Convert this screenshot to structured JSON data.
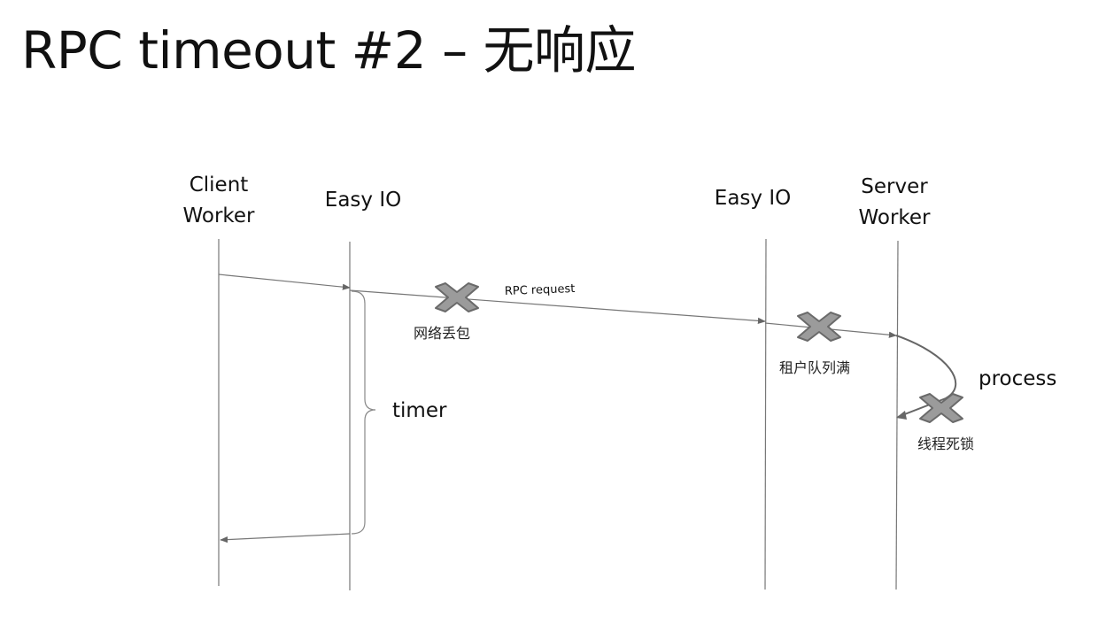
{
  "title": "RPC timeout #2 – 无响应",
  "lanes": {
    "client_worker": [
      "Client",
      "Worker"
    ],
    "easy_io_client": "Easy IO",
    "easy_io_server": "Easy IO",
    "server_worker": [
      "Server",
      "Worker"
    ]
  },
  "labels": {
    "rpc_request": "RPC request",
    "network_drop": "网络丢包",
    "tenant_queue_full": "租户队列满",
    "thread_deadlock": "线程死锁",
    "process": "process",
    "timer": "timer"
  },
  "colors": {
    "line": "#777777",
    "cross_fill": "#9b9b9b",
    "cross_stroke": "#6a6a6a"
  },
  "icons": {
    "cross": "x-mark-icon",
    "arrowhead": "arrowhead"
  }
}
